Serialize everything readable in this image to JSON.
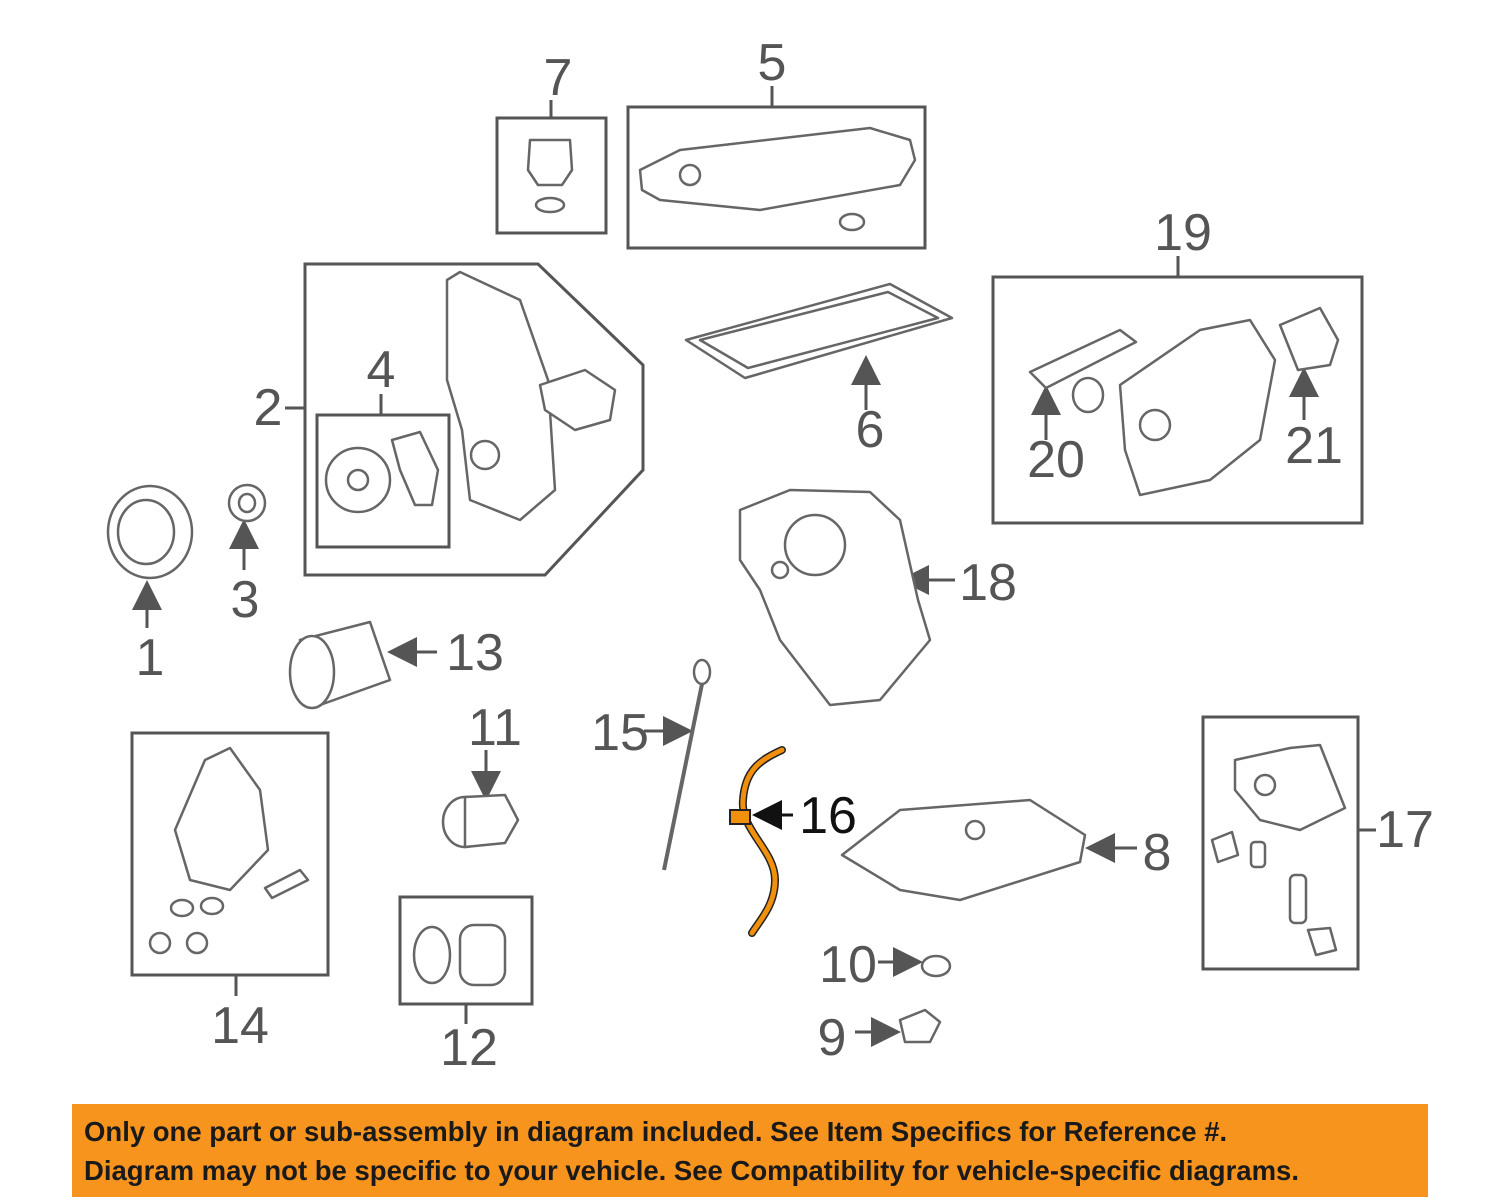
{
  "callouts": {
    "c1": "1",
    "c2": "2",
    "c3": "3",
    "c4": "4",
    "c5": "5",
    "c6": "6",
    "c7": "7",
    "c8": "8",
    "c9": "9",
    "c10": "10",
    "c11": "11",
    "c12": "12",
    "c13": "13",
    "c14": "14",
    "c15": "15",
    "c16": "16",
    "c17": "17",
    "c18": "18",
    "c19": "19",
    "c20": "20",
    "c21": "21"
  },
  "highlighted_part": "16",
  "colors": {
    "highlight": "#f0900c",
    "banner": "#f7941d",
    "line": "#555555"
  },
  "banner": {
    "line1": "Only one part or sub-assembly in diagram included. See Item Specifics for Reference #.",
    "line2": "Diagram may not be specific to your vehicle. See Compatibility for vehicle-specific diagrams."
  }
}
